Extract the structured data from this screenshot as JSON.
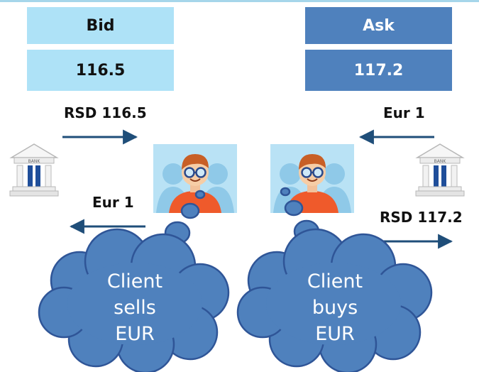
{
  "bid": {
    "header": "Bid",
    "value": "116.5"
  },
  "ask": {
    "header": "Ask",
    "value": "117.2"
  },
  "left_flow": {
    "top_label": "RSD 116.5",
    "bottom_label": "Eur 1"
  },
  "right_flow": {
    "top_label": "Eur 1",
    "bottom_label": "RSD 117.2"
  },
  "bank_sign": "BANK",
  "clouds": {
    "left": [
      "Client",
      "sells",
      "EUR"
    ],
    "right": [
      "Client",
      "buys",
      "EUR"
    ]
  },
  "colors": {
    "bid_fill": "#aee2f7",
    "ask_fill": "#4f81bd",
    "arrow": "#1f4e79",
    "cloud_fill": "#4f81bd",
    "cloud_stroke": "#2f5597",
    "person_shirt": "#ef5a2b",
    "person_bg": "#b9e2f5"
  }
}
